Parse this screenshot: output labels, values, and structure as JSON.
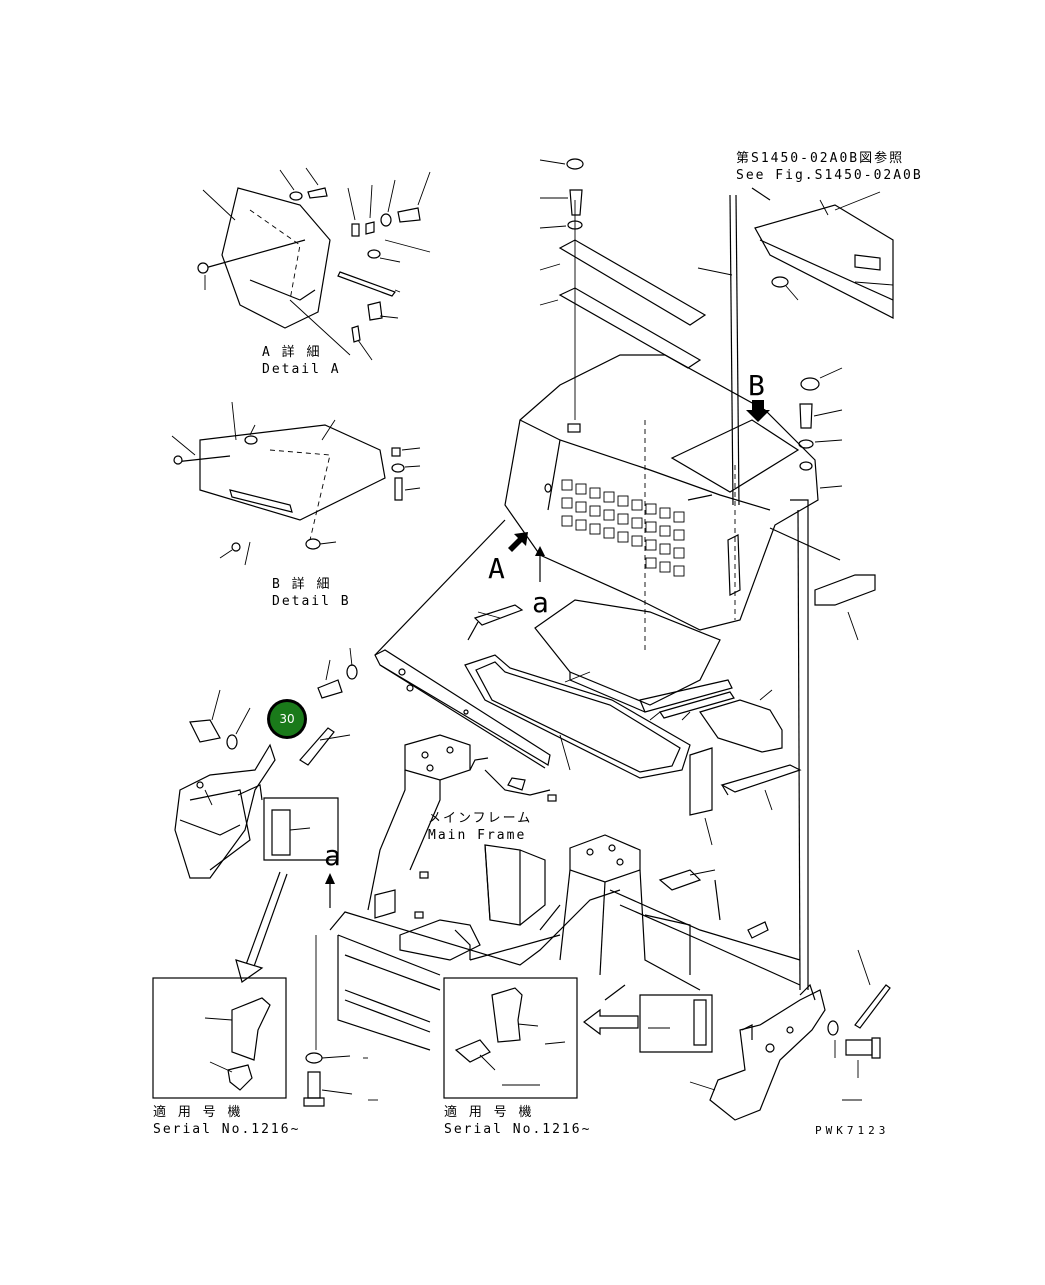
{
  "labels": {
    "ref_jp": "第S1450-02A0B図参照",
    "ref_en": "See Fig.S1450-02A0B",
    "detail_a_jp": "A 詳 細",
    "detail_a_en": "Detail A",
    "detail_b_jp": "B 詳 細",
    "detail_b_en": "Detail B",
    "main_frame_jp": "メインフレーム",
    "main_frame_en": "Main Frame",
    "serial_jp_1": "適 用 号 機",
    "serial_en_1": "Serial No.1216~",
    "serial_jp_2": "適 用 号 機",
    "serial_en_2": "Serial No.1216~",
    "drawing_code": "PWK7123"
  },
  "markers": {
    "view_a": "A",
    "view_b": "B",
    "arrow_a_1": "a",
    "arrow_a_2": "a"
  },
  "callout": {
    "number": "30",
    "fill_color": "#1a7a1a",
    "ring_color": "#000000"
  }
}
